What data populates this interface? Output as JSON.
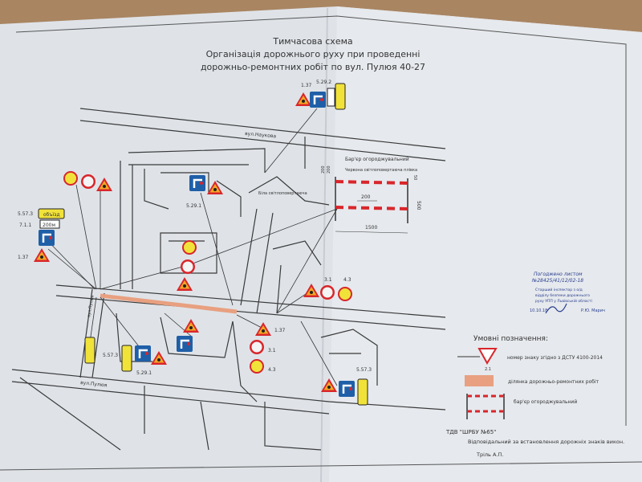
{
  "title": {
    "line1": "Тимчасова схема",
    "line2": "Організація дорожнього руху при проведенні",
    "line3": "дорожньо-ремонтних робіт по вул. Пулюя 40-27"
  },
  "streets": {
    "naukova": "вул.Наукова",
    "bottom": "вул.Пулюя",
    "left": "вул.Пулюя"
  },
  "signs": {
    "s137": "1.37",
    "s5291": "5.29.1",
    "s5292": "5.29.2",
    "s711": "7.1.1",
    "s5573": "5.57.3",
    "s31": "3.1",
    "s43": "4.3",
    "dist": "200м",
    "detour": "объїзд"
  },
  "barrier": {
    "title": "Бар'єр огороджувальний",
    "red_label": "Червона світлоповертаюча плівка",
    "white_label": "Біла світлоповертаюча",
    "dim_segment": "200",
    "dim_width": "1500",
    "dim_height": "500",
    "dim_side1": "200",
    "dim_side2": "200",
    "dim_top": "50"
  },
  "stamp": {
    "line1": "Погоджено листом",
    "line2": "№28425/41/12/02-18",
    "line3": "Старший інспектор з о/д",
    "line4": "відділу безпеки дорожнього",
    "line5": "руху УПП у Львівській області",
    "date": "10.10.18",
    "name": "Р.Ю. Марич"
  },
  "legend": {
    "title": "Умовні позначення:",
    "sign_number": "номер знаку згідно з ДСТУ 4100-2014",
    "sign_example": "2.1",
    "work_zone": "ділянка дорожньо-ремонтних робіт",
    "barrier": "бар'єр огороджувальний"
  },
  "footer": {
    "company": "ТДВ \"ШРБУ №65\"",
    "responsible": "Відповідальний за встановлення дорожніх знаків викон.",
    "person": "Тріль А.П."
  },
  "colors": {
    "work_zone": "#e8a080",
    "sign_red": "#d8262b",
    "sign_blue": "#1f5fa8",
    "sign_yellow": "#f1e23a",
    "paper": "#e4e8ec"
  }
}
